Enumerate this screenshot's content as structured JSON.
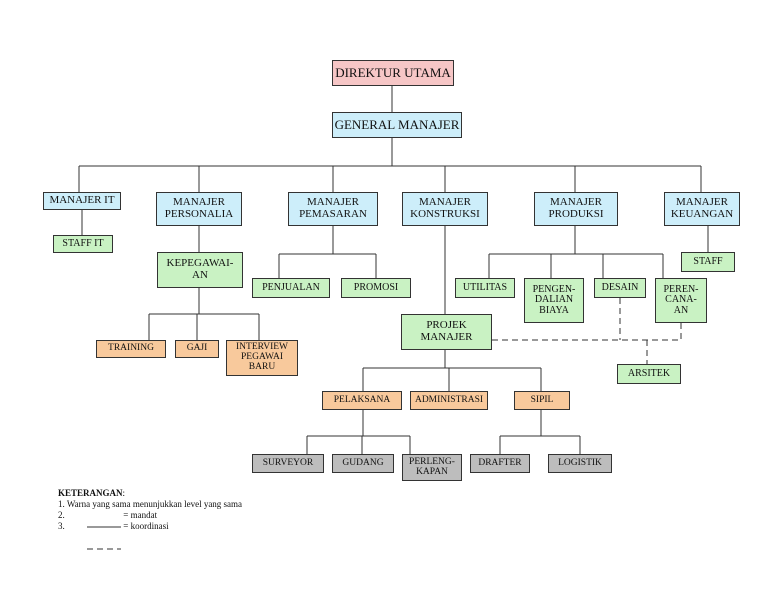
{
  "nodes": {
    "direktur": "DIREKTUR UTAMA",
    "gm": "GENERAL MANAJER",
    "m_it": "MANAJER IT",
    "m_personalia": "MANAJER\nPERSONALIA",
    "m_pemasaran": "MANAJER\nPEMASARAN",
    "m_konstruksi": "MANAJER\nKONSTRUKSI",
    "m_produksi": "MANAJER\nPRODUKSI",
    "m_keuangan": "MANAJER\nKEUANGAN",
    "staff_it": "STAFF IT",
    "kepegawaian": "KEPEGAWAI-\nAN",
    "penjualan": "PENJUALAN",
    "promosi": "PROMOSI",
    "utilitas": "UTILITAS",
    "pengendalian": "PENGEN-\nDALIAN\nBIAYA",
    "desain": "DESAIN",
    "perencanaan": "PEREN-\nCANA-\nAN",
    "staff": "STAFF",
    "training": "TRAINING",
    "gaji": "GAJI",
    "interview": "INTERVIEW\nPEGAWAI\nBARU",
    "projek": "PROJEK\nMANAJER",
    "arsitek": "ARSITEK",
    "pelaksana": "PELAKSANA",
    "administrasi": "ADMINISTRASI",
    "sipil": "SIPIL",
    "surveyor": "SURVEYOR",
    "gudang": "GUDANG",
    "perlengkapan": "PERLENG-\nKAPAN",
    "drafter": "DRAFTER",
    "logistik": "LOGISTIK"
  },
  "legend": {
    "title": "KETERANGAN",
    "line1": "1. Warna yang sama menunjukkan level yang sama",
    "line2_num": "2.",
    "line2_text": "= mandat",
    "line3_num": "3.",
    "line3_text": "= koordinasi"
  },
  "colors": {
    "top": "#f6c6c6",
    "manager": "#cdeefa",
    "staff": "#c9f2c3",
    "section": "#f8c99c",
    "unit": "#bdbdbd",
    "line": "#333333"
  }
}
